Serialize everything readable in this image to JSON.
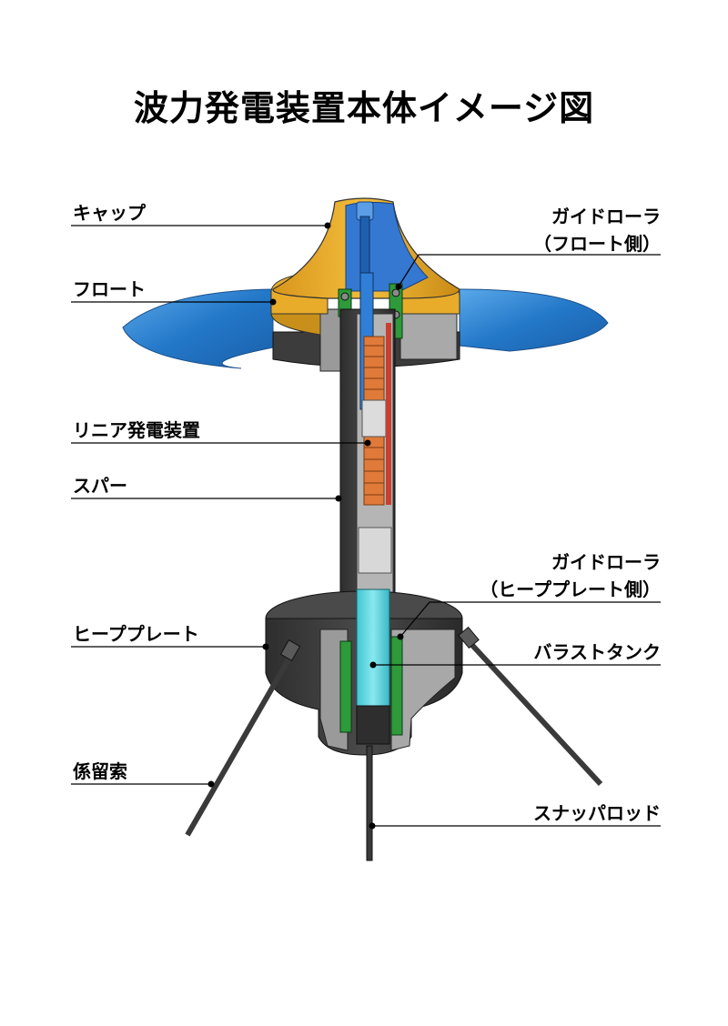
{
  "title": "波力発電装置本体イメージ図",
  "labels": {
    "cap": "キャップ",
    "float": "フロート",
    "linear_generator": "リニア発電装置",
    "spar": "スパー",
    "heave_plate": "ヒーププレート",
    "mooring": "係留索",
    "guide_roller_float": "ガイドローラ",
    "guide_roller_float_sub": "（フロート側）",
    "guide_roller_heave": "ガイドローラ",
    "guide_roller_heave_sub": "（ヒーププレート側）",
    "ballast_tank": "バラストタンク",
    "snap_rod": "スナッパロッド"
  },
  "colors": {
    "cap": "#e8ac2a",
    "water": "#2a7fcf",
    "shaft_blue": "#2f7fd6",
    "coil": "#e07a3a",
    "green": "#2e9a3a",
    "ballast": "#56d6e0",
    "dark": "#3a3a3a",
    "grey": "#9c9c9c"
  }
}
